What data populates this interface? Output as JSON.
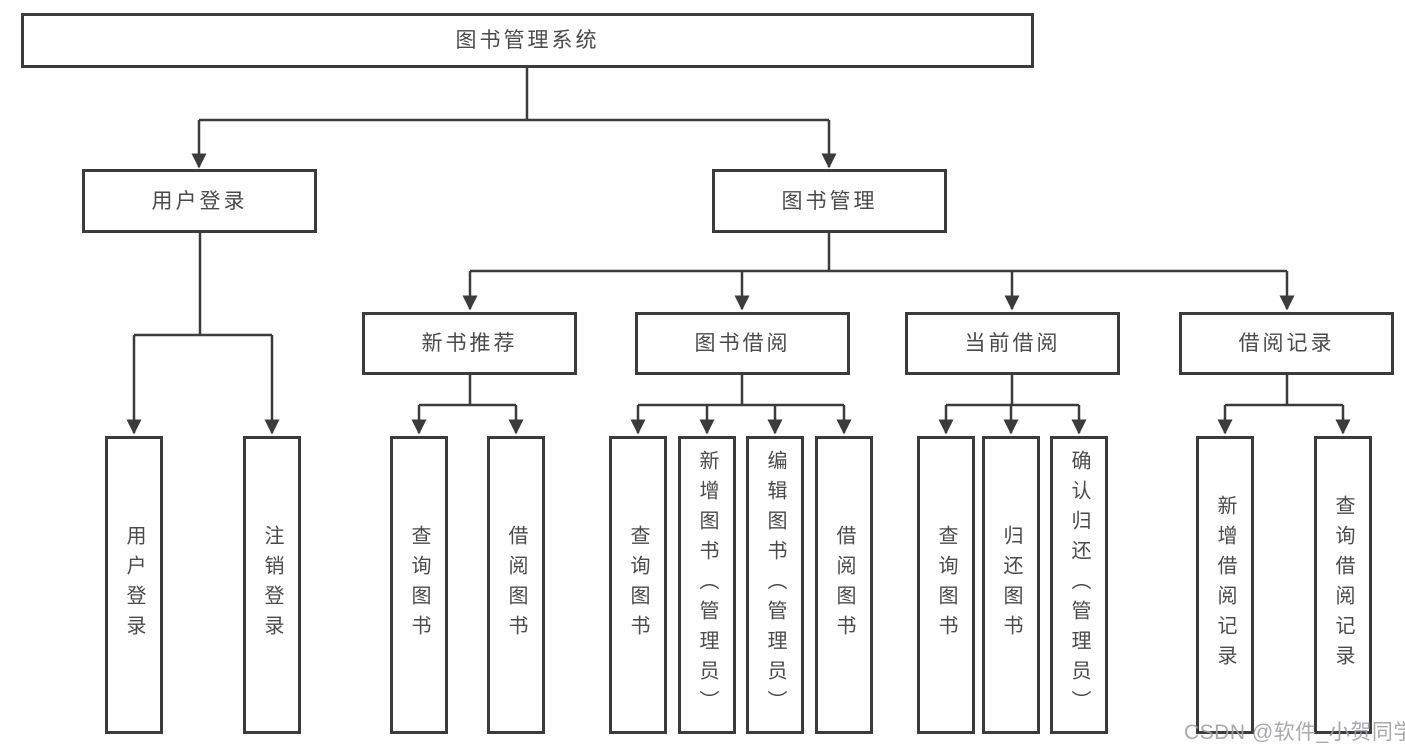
{
  "diagram": {
    "title": "图书管理系统",
    "type": "functional-structure-tree",
    "nodes": {
      "root": {
        "label": "图书管理系统"
      },
      "level2": [
        {
          "id": "user-login",
          "label": "用户登录",
          "parent": "图书管理系统"
        },
        {
          "id": "book-management",
          "label": "图书管理",
          "parent": "图书管理系统"
        }
      ],
      "level3": [
        {
          "id": "new-book-recommend",
          "label": "新书推荐",
          "parent": "图书管理"
        },
        {
          "id": "book-borrowing",
          "label": "图书借阅",
          "parent": "图书管理"
        },
        {
          "id": "current-borrowing",
          "label": "当前借阅",
          "parent": "图书管理"
        },
        {
          "id": "borrowing-records",
          "label": "借阅记录",
          "parent": "图书管理"
        }
      ],
      "leaves": [
        {
          "label": "用户登录",
          "parent": "用户登录"
        },
        {
          "label": "注销登录",
          "parent": "用户登录"
        },
        {
          "label": "查询图书",
          "parent": "新书推荐"
        },
        {
          "label": "借阅图书",
          "parent": "新书推荐"
        },
        {
          "label": "查询图书",
          "parent": "图书借阅"
        },
        {
          "label": "新增图书（管理员）",
          "parent": "图书借阅"
        },
        {
          "label": "编辑图书（管理员）",
          "parent": "图书借阅"
        },
        {
          "label": "借阅图书",
          "parent": "图书借阅"
        },
        {
          "label": "查询图书",
          "parent": "当前借阅"
        },
        {
          "label": "归还图书",
          "parent": "当前借阅"
        },
        {
          "label": "确认归还（管理员）",
          "parent": "当前借阅"
        },
        {
          "label": "新增借阅记录",
          "parent": "借阅记录"
        },
        {
          "label": "查询借阅记录",
          "parent": "借阅记录"
        }
      ]
    },
    "colors": {
      "line": "#3b3b3b",
      "box_border": "#3b3b3b",
      "box_fill": "#ffffff",
      "text": "#4a4a4a",
      "watermark": "#a0a0a4",
      "background": "#ffffff"
    }
  },
  "watermark": {
    "text": "CSDN @软件_小贺同学"
  }
}
